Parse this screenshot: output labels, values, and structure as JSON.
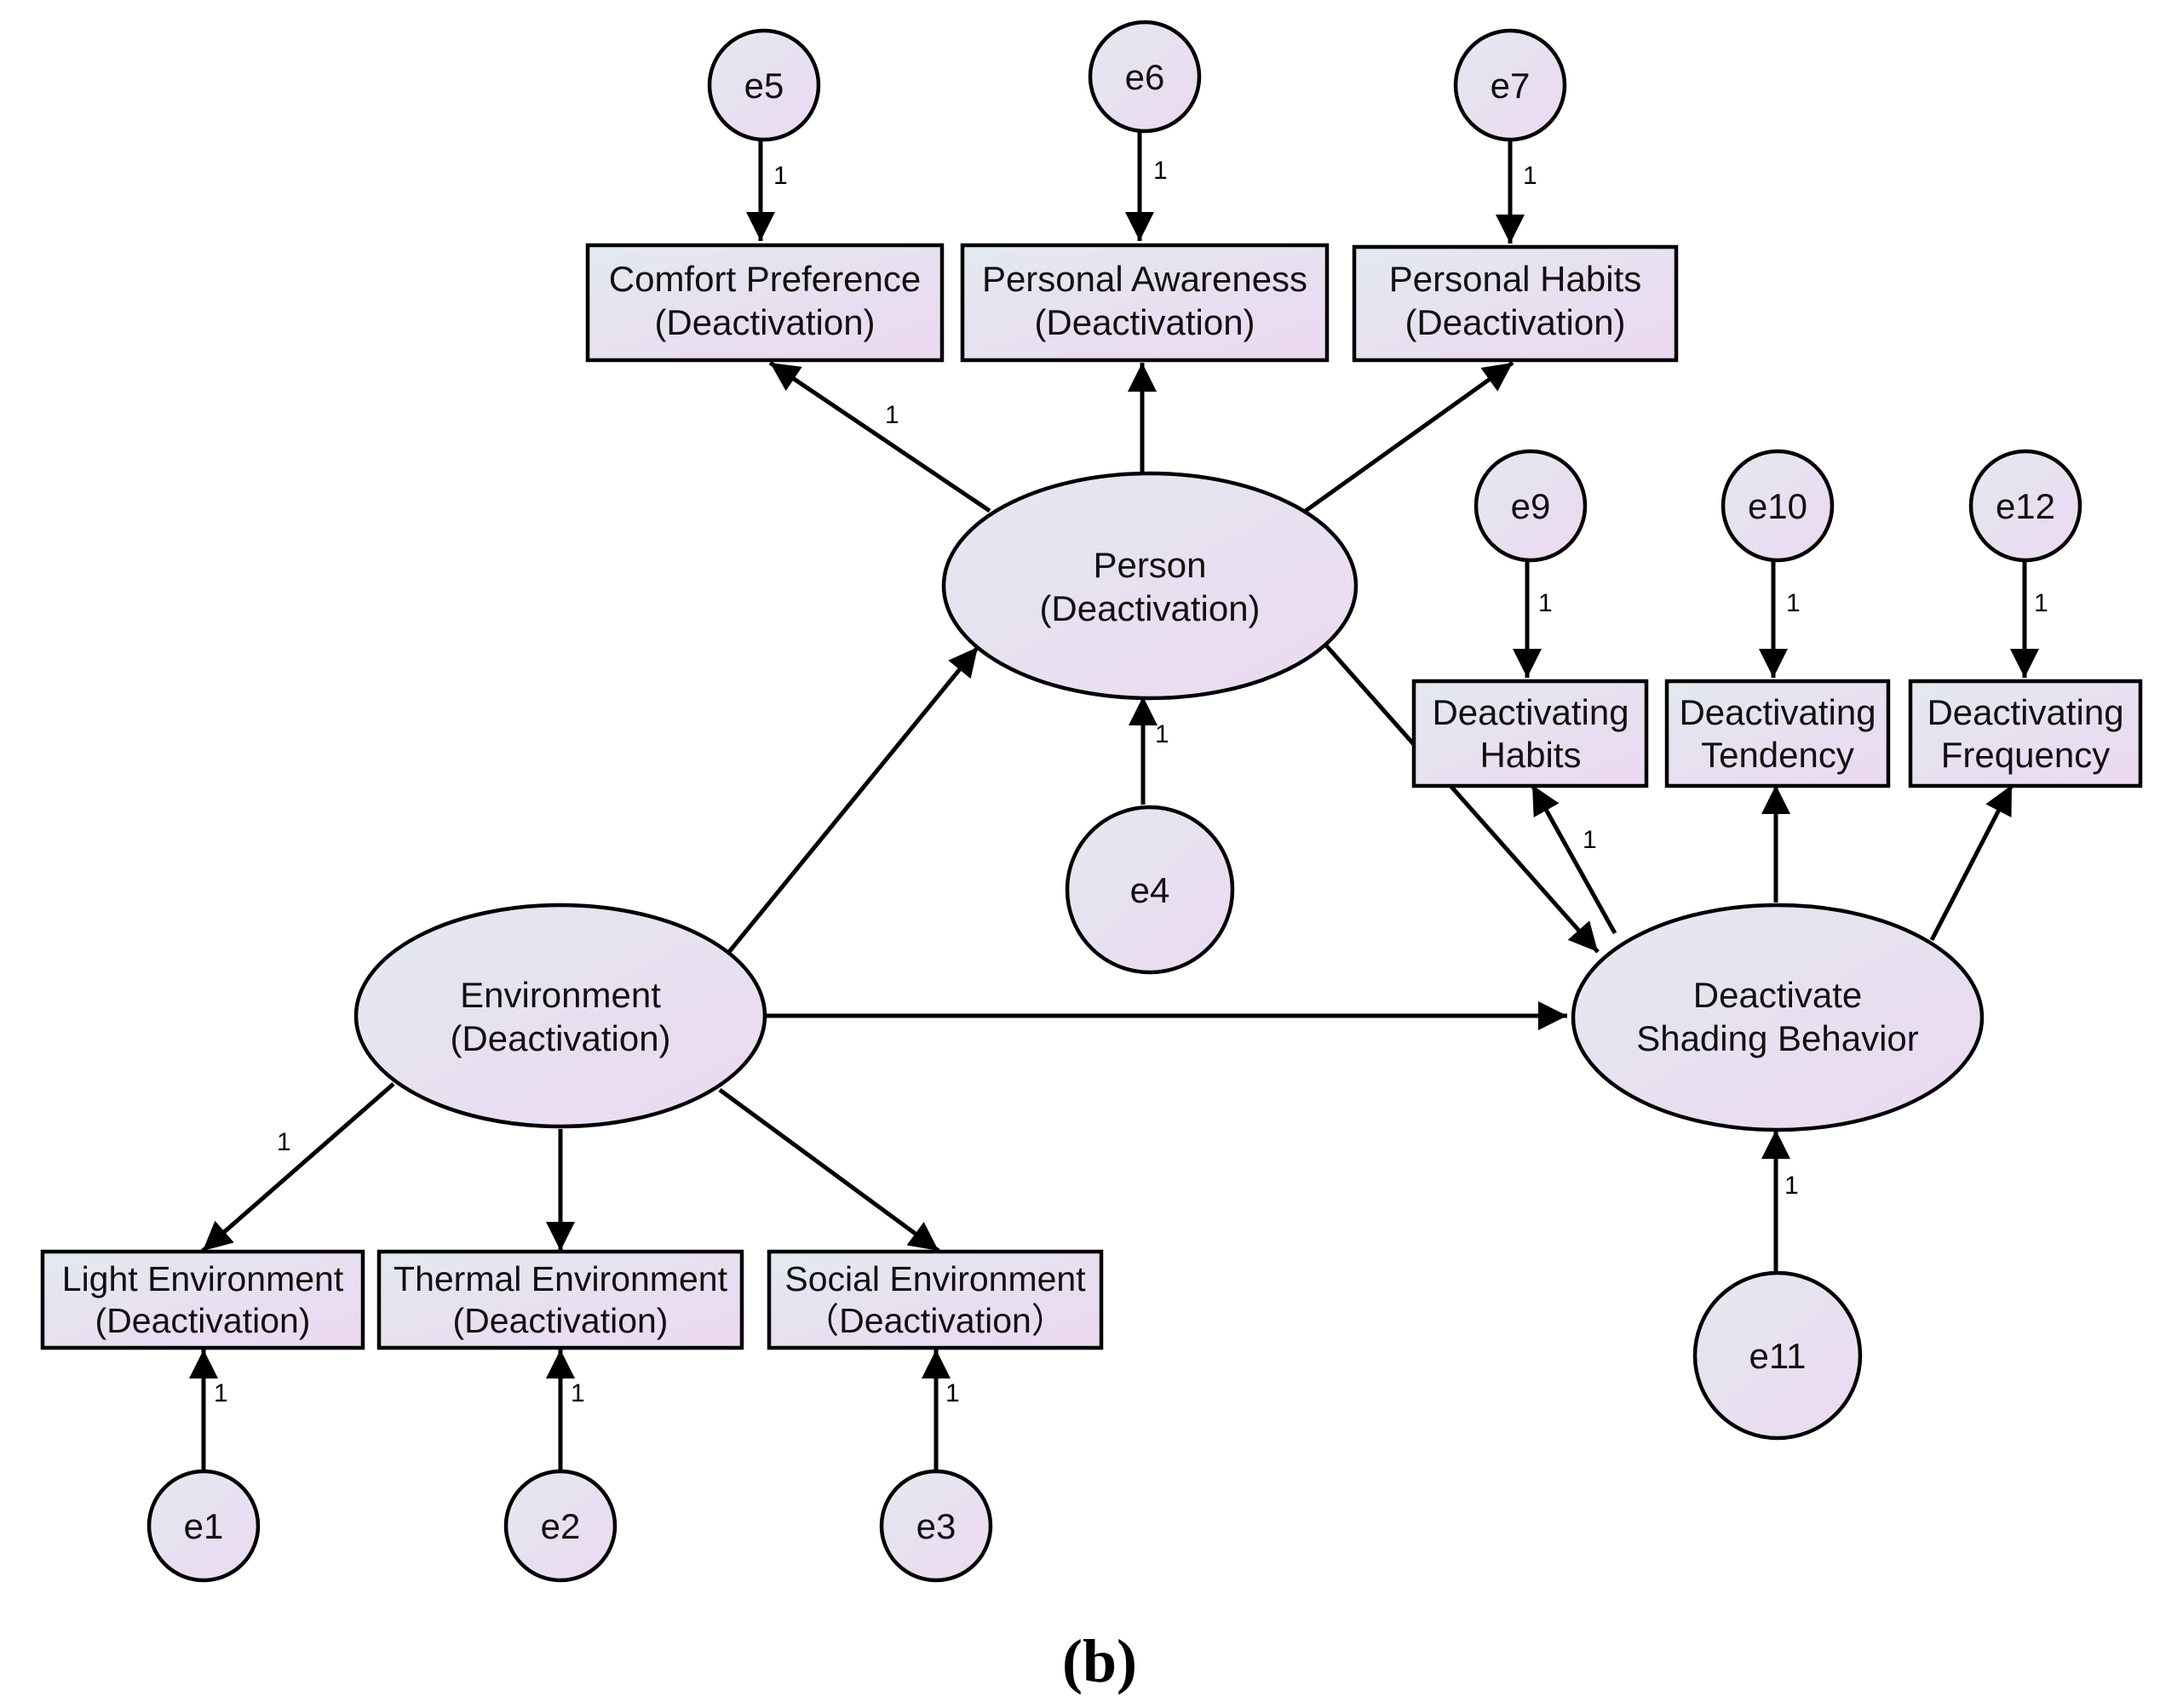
{
  "colors": {
    "fill_left": "#e3e9ef",
    "fill_right": "#ecd8f2",
    "stroke": "#000000"
  },
  "latent": {
    "person": {
      "line1": "Person",
      "line2": "(Deactivation)"
    },
    "environment": {
      "line1": "Environment",
      "line2": "(Deactivation)"
    },
    "behavior": {
      "line1": "Deactivate",
      "line2": "Shading Behavior"
    }
  },
  "observed": {
    "comfort": {
      "line1": "Comfort Preference",
      "line2": "(Deactivation)"
    },
    "awareness": {
      "line1": "Personal Awareness",
      "line2": "(Deactivation)"
    },
    "habits_personal": {
      "line1": "Personal Habits",
      "line2": "(Deactivation)"
    },
    "light": {
      "line1": "Light Environment",
      "line2": "(Deactivation)"
    },
    "thermal": {
      "line1": "Thermal Environment",
      "line2": "(Deactivation)"
    },
    "social": {
      "line1": "Social Environment",
      "line2": "（Deactivation）"
    },
    "deact_habits": {
      "line1": "Deactivating",
      "line2": "Habits"
    },
    "deact_tendency": {
      "line1": "Deactivating",
      "line2": "Tendency"
    },
    "deact_frequency": {
      "line1": "Deactivating",
      "line2": "Frequency"
    }
  },
  "errors": {
    "e1": "e1",
    "e2": "e2",
    "e3": "e3",
    "e4": "e4",
    "e5": "e5",
    "e6": "e6",
    "e7": "e7",
    "e9": "e9",
    "e10": "e10",
    "e11": "e11",
    "e12": "e12"
  },
  "weights": {
    "e5_comfort": "1",
    "e6_awareness": "1",
    "e7_habits": "1",
    "person_comfort": "1",
    "e9_dhabits": "1",
    "e10_dtendency": "1",
    "e12_dfrequency": "1",
    "e4_person": "1",
    "behavior_dhabits": "1",
    "env_light": "1",
    "e1_light": "1",
    "e2_thermal": "1",
    "e3_social": "1",
    "e11_behavior": "1"
  },
  "caption": "(b)"
}
